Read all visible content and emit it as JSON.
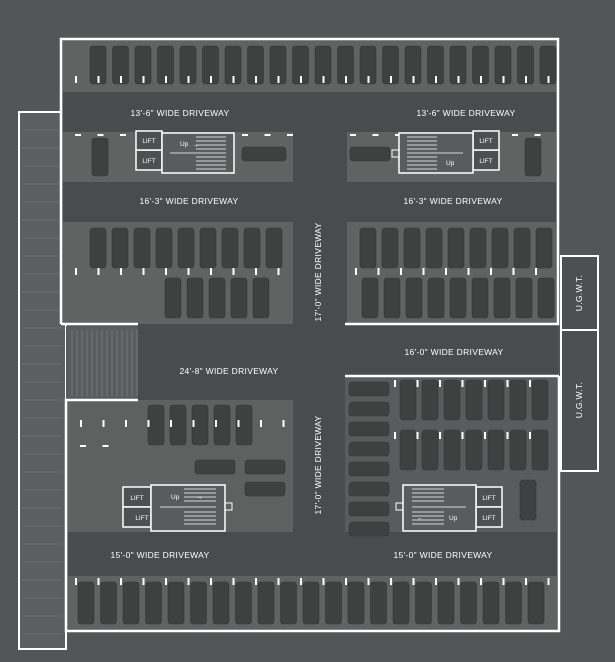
{
  "colors": {
    "background": "#545556",
    "floor": "#616262",
    "driveway": "#4a4b4c",
    "car": "#3f4040",
    "wall": "#ffffff"
  },
  "driveways": {
    "top_left": "13'-6\" WIDE DRIVEWAY",
    "top_right": "13'-6\" WIDE DRIVEWAY",
    "mid_left": "16'-3\" WIDE DRIVEWAY",
    "mid_right": "16'-3\" WIDE DRIVEWAY",
    "vertical_upper": "17'-0\" WIDE DRIVEWAY",
    "center_left": "24'-8\" WIDE DRIVEWAY",
    "center_right": "16'-0\" WIDE DRIVEWAY",
    "vertical_lower": "17'-0\" WIDE DRIVEWAY",
    "bottom_left": "15'-0\" WIDE DRIVEWAY",
    "bottom_right": "15'-0\" WIDE DRIVEWAY"
  },
  "tanks": {
    "upper": "U.G.W.T.",
    "lower": "U.G.W.T."
  },
  "cores": {
    "top_left": {
      "lift_a": "LIFT",
      "lift_b": "LIFT",
      "stair": "Up"
    },
    "top_right": {
      "lift_a": "LIFT",
      "lift_b": "LIFT",
      "stair": "Up"
    },
    "bottom_left": {
      "lift_a": "LIFT",
      "lift_b": "LIFT",
      "stair": "Up"
    },
    "bottom_right": {
      "lift_a": "LIFT",
      "lift_b": "LIFT",
      "stair": "Up"
    }
  }
}
